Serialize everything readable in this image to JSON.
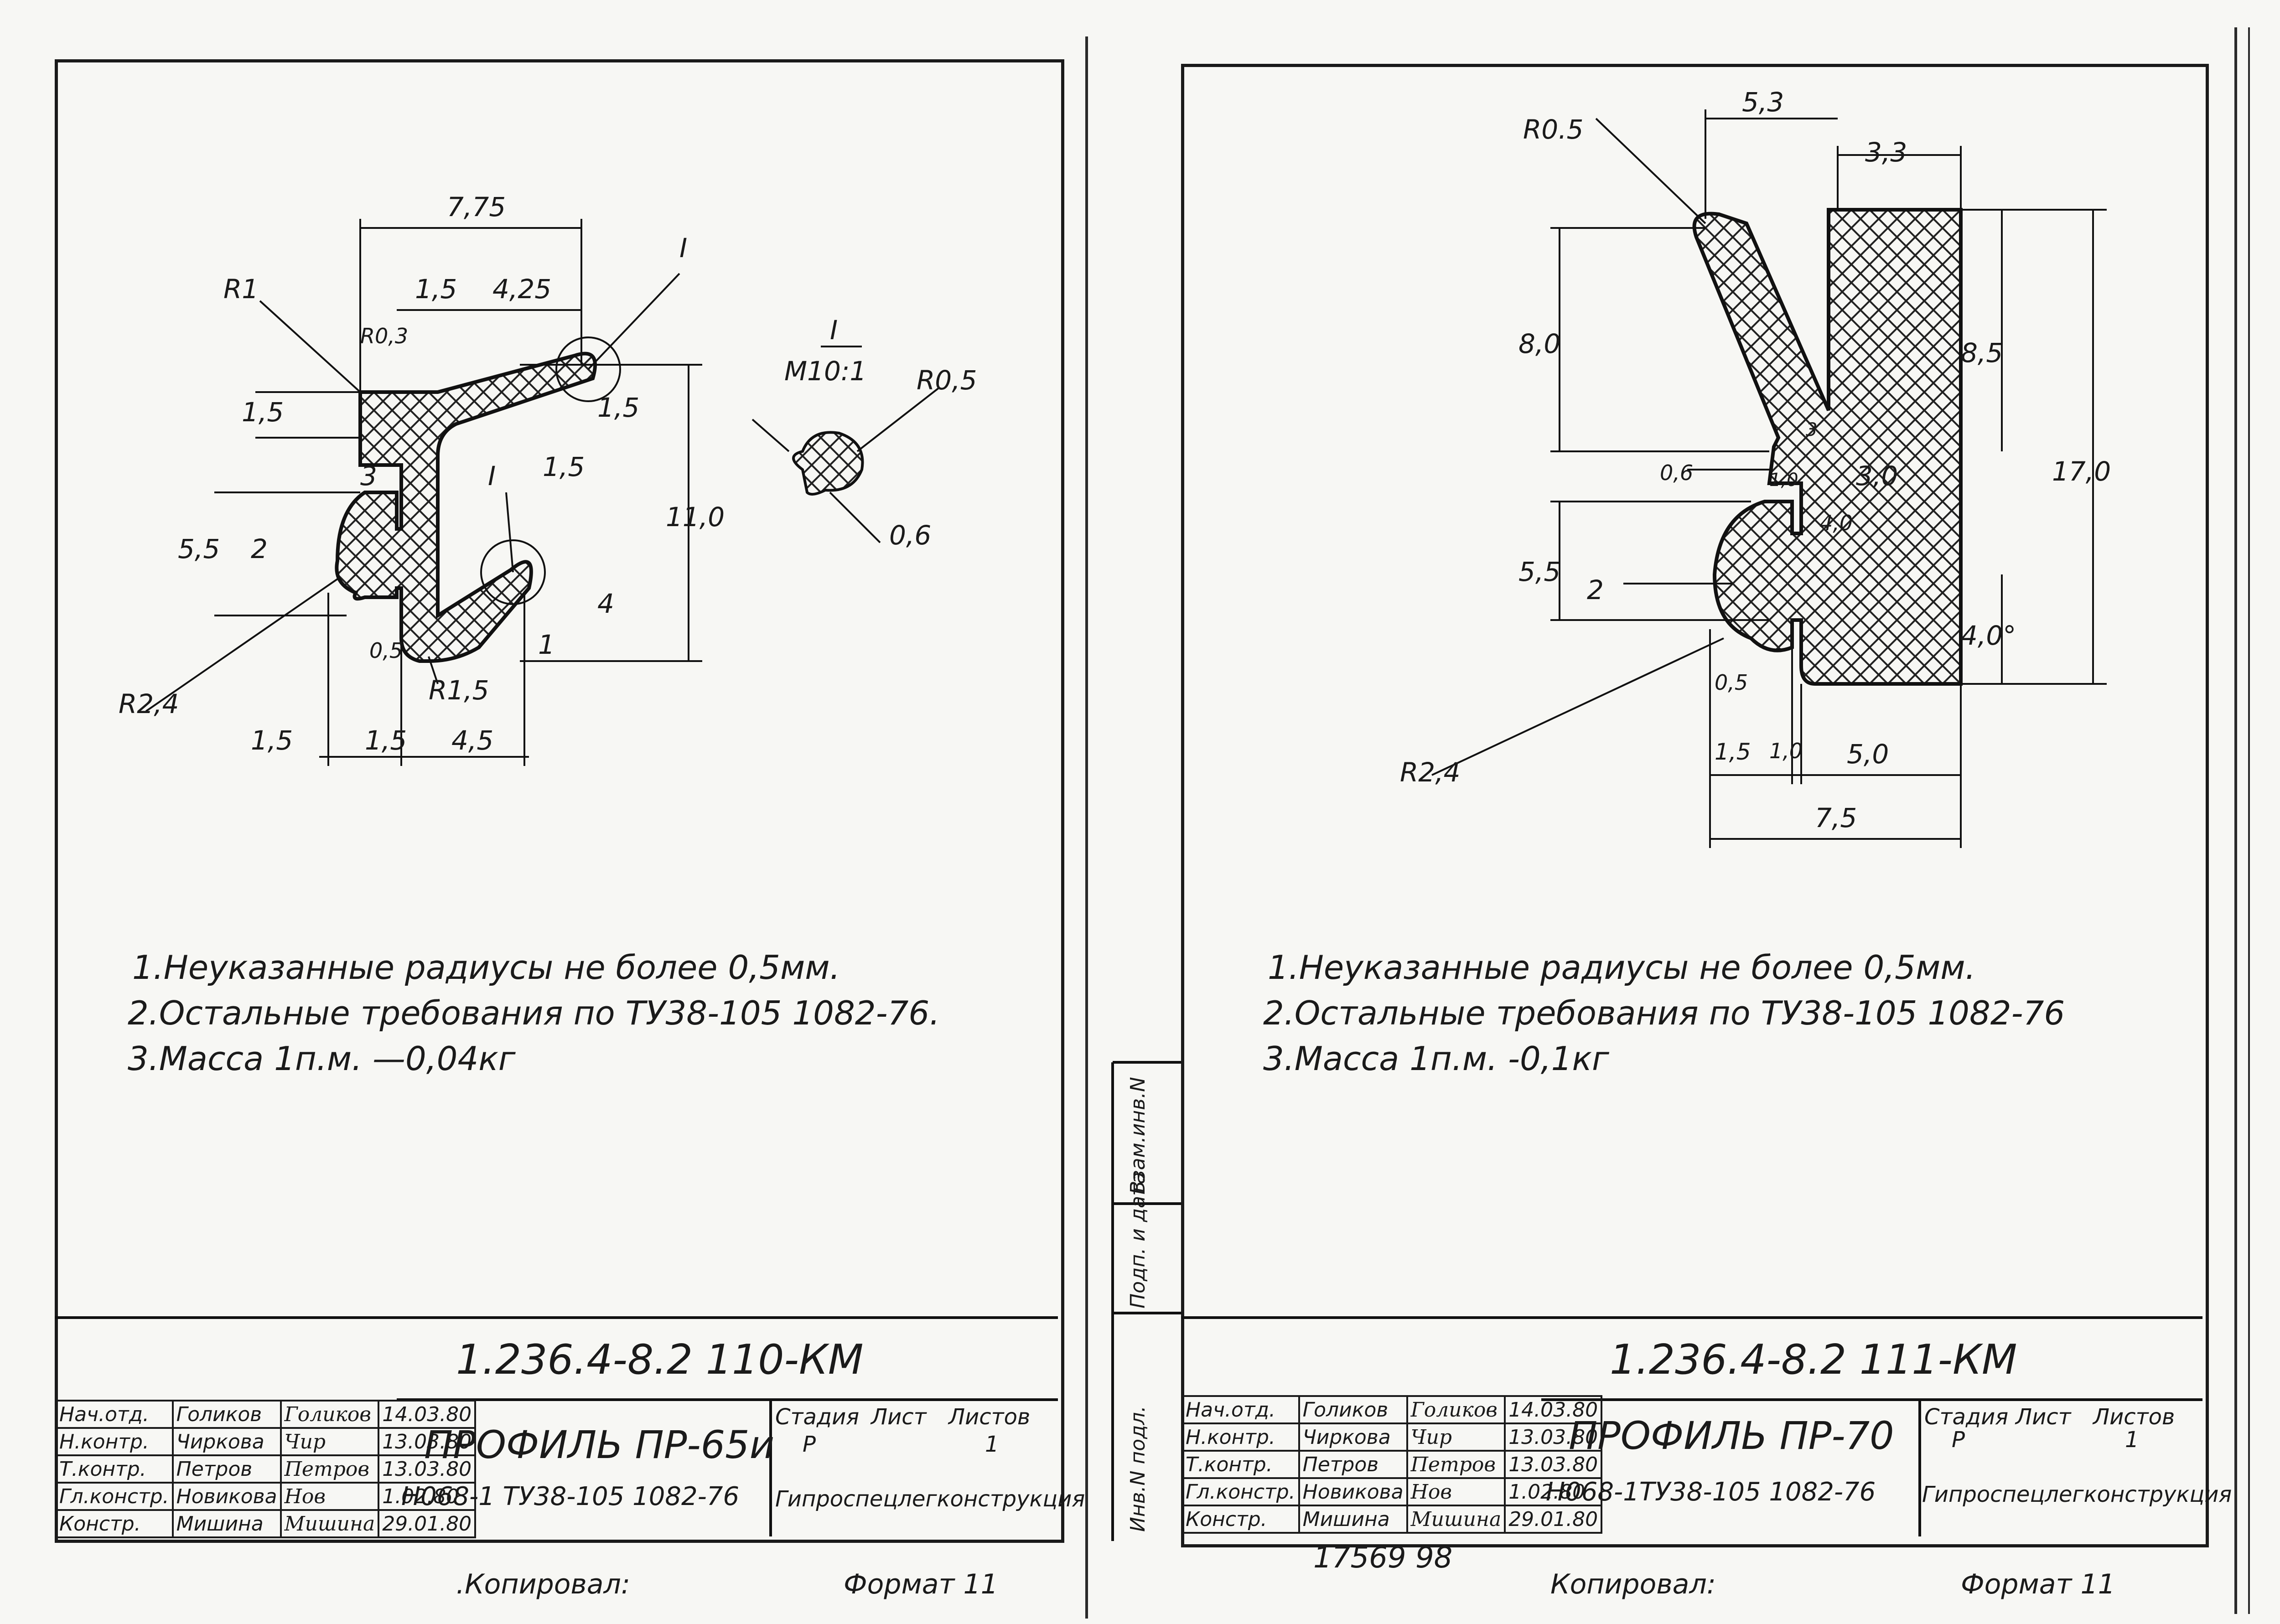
{
  "left_sheet": {
    "dimensions": {
      "d_7_75": "7,75",
      "d_1_5_top": "1,5",
      "d_4_25": "4,25",
      "r1": "R1",
      "r0_3": "R0,3",
      "d_1_5_left": "1,5",
      "d_3": "3",
      "d_5_5": "5,5",
      "d_2": "2",
      "d_1_5_right": "1,5",
      "d_11_0": "11,0",
      "d_1_5_mid": "1,5",
      "d_4": "4",
      "d_1": "1",
      "d_0_5": "0,5",
      "r2_4": "R2,4",
      "r1_5": "R1,5",
      "d_1_5_b1": "1,5",
      "d_1_5_b2": "1,5",
      "d_4_5": "4,5",
      "callout_top": "I",
      "callout_mid": "I",
      "detail_title": "I",
      "detail_scale": "M10:1",
      "detail_r0_5": "R0,5",
      "detail_0_6": "0,6"
    },
    "notes": [
      "1.Неуказанные радиусы не более 0,5мм.",
      "2.Остальные требования по ТУ38-105 1082-76.",
      "3.Масса 1п.м. —0,04кг"
    ],
    "title_block": {
      "code": "1.236.4-8.2  110-КМ",
      "title": "ПРОФИЛЬ ПР-65и",
      "subtitle": "Н068-1 ТУ38-105 1082-76",
      "stage_header": "Стадия",
      "sheet_header": "Лист",
      "sheets_header": "Листов",
      "stage": "Р",
      "sheet": "",
      "sheets": "1",
      "org": "Гипроспецлегконструкция",
      "rows": [
        {
          "role": "Нач.отд.",
          "name": "Голиков",
          "sig": "Голиков",
          "date": "14.03.80"
        },
        {
          "role": "Н.контр.",
          "name": "Чиркова",
          "sig": "Чир",
          "date": "13.03.80"
        },
        {
          "role": "Т.контр.",
          "name": "Петров",
          "sig": "Петров",
          "date": "13.03.80"
        },
        {
          "role": "Гл.констр.",
          "name": "Новикова",
          "sig": "Нов",
          "date": "1.02.80"
        },
        {
          "role": "Констр.",
          "name": "Мишина",
          "sig": "Мишина",
          "date": "29.01.80"
        }
      ]
    },
    "copied": ".Копировал:",
    "format": "Формат 11"
  },
  "right_sheet": {
    "dimensions": {
      "r0_5": "R0.5",
      "d_5_3": "5,3",
      "d_3_3": "3,3",
      "d_8_0": "8,0",
      "d_8_5": "8,5",
      "d_17_0": "17,0",
      "d_0_6": "0,6",
      "d_1_0_mid": "1,0",
      "d_3_0": "3,0",
      "d_4_0_mid": "4,0",
      "d_3_small": "3",
      "d_5_5": "5,5",
      "d_2": "2",
      "d_4_0": "4,0°",
      "d_0_5": "0,5",
      "r2_4": "R2,4",
      "d_1_5": "1,5",
      "d_1_0": "1,0",
      "d_5_0": "5,0",
      "d_7_5": "7,5"
    },
    "notes": [
      "1.Неуказанные радиусы не более 0,5мм.",
      "2.Остальные требования по ТУ38-105 1082-76",
      "3.Масса 1п.м. -0,1кг"
    ],
    "side_labels": [
      "Взам.инв.N",
      "Подп. и дата",
      "Инв.N подл."
    ],
    "title_block": {
      "code": "1.236.4-8.2  111-КМ",
      "title": "ПРОФИЛЬ ПР-70",
      "subtitle": "Н068-1ТУ38-105 1082-76",
      "stage_header": "Стадия",
      "sheet_header": "Лист",
      "sheets_header": "Листов",
      "stage": "Р",
      "sheet": "",
      "sheets": "1",
      "org": "Гипроспецлегконструкция",
      "rows": [
        {
          "role": "Нач.отд.",
          "name": "Голиков",
          "sig": "Голиков",
          "date": "14.03.80"
        },
        {
          "role": "Н.контр.",
          "name": "Чиркова",
          "sig": "Чир",
          "date": "13.03.80"
        },
        {
          "role": "Т.контр.",
          "name": "Петров",
          "sig": "Петров",
          "date": "13.03.80"
        },
        {
          "role": "Гл.констр.",
          "name": "Новикова",
          "sig": "Нов",
          "date": "1.02.80"
        },
        {
          "role": "Констр.",
          "name": "Мишина",
          "sig": "Мишина",
          "date": "29.01.80"
        }
      ]
    },
    "stamp_number": "17569   98",
    "copied": "Копировал:",
    "format": "Формат 11"
  }
}
